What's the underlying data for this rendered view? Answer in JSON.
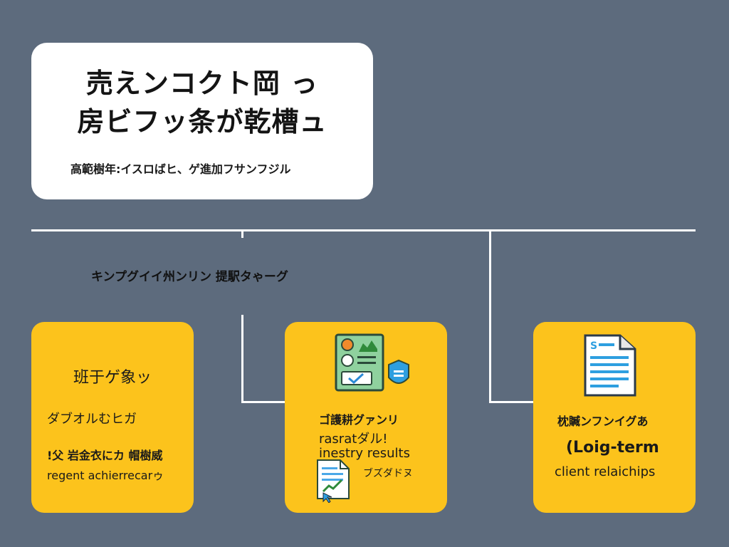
{
  "header": {
    "title_line1": "売えンコクト岡 っ",
    "title_line2": "房ビフッ条が乾槽ュ",
    "subtitle": "高範樹年:イスロばヒ、ゲ進加フサンフジル"
  },
  "connector": {
    "label": "キンプグイイ州ンリン 提駅タゃーグ"
  },
  "cards": [
    {
      "title": "班于ゲ象ッ",
      "subtitle": "ダブオルむヒガ",
      "text_a": "!父 岩金衣にカ 帽樹威",
      "text_b": "regent achierrecarゥ"
    },
    {
      "icon_top": "dashboard-document-icon",
      "title": "ゴ護耕グァンリ",
      "text_a": "rasratダル!",
      "text_b": "inestry results",
      "text_c": "ブズダドヌ",
      "icon_bottom": "growth-document-icon"
    },
    {
      "icon_top": "text-document-icon",
      "title": "枕贓ンフンイグあ",
      "text_a": "(Loig-term",
      "text_b": "client relaichips"
    }
  ],
  "colors": {
    "background": "#5d6b7d",
    "card": "#fcc31c",
    "header_card": "#ffffff",
    "lines": "#ffffff"
  }
}
